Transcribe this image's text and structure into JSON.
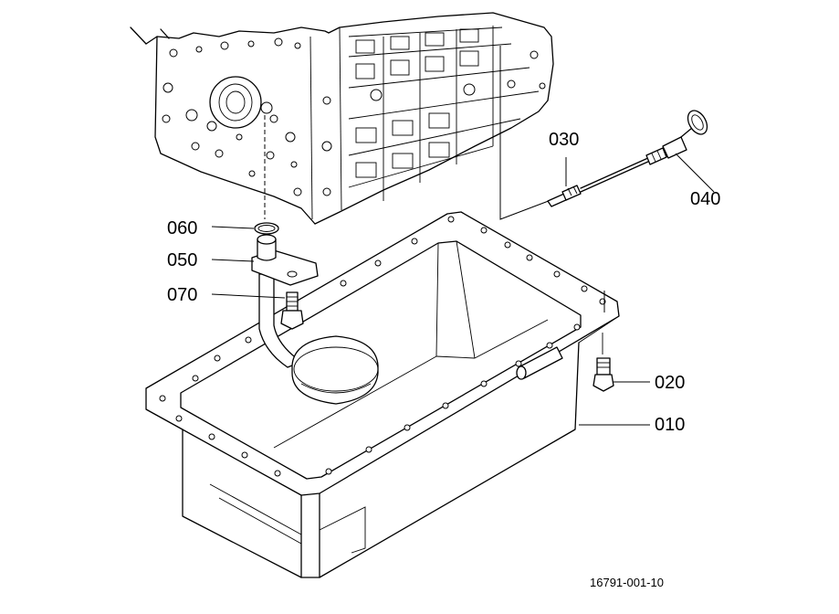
{
  "labels": {
    "p010": "010",
    "p020": "020",
    "p030": "030",
    "p040": "040",
    "p050": "050",
    "p060": "060",
    "p070": "070"
  },
  "reference_code": "16791-001-10"
}
